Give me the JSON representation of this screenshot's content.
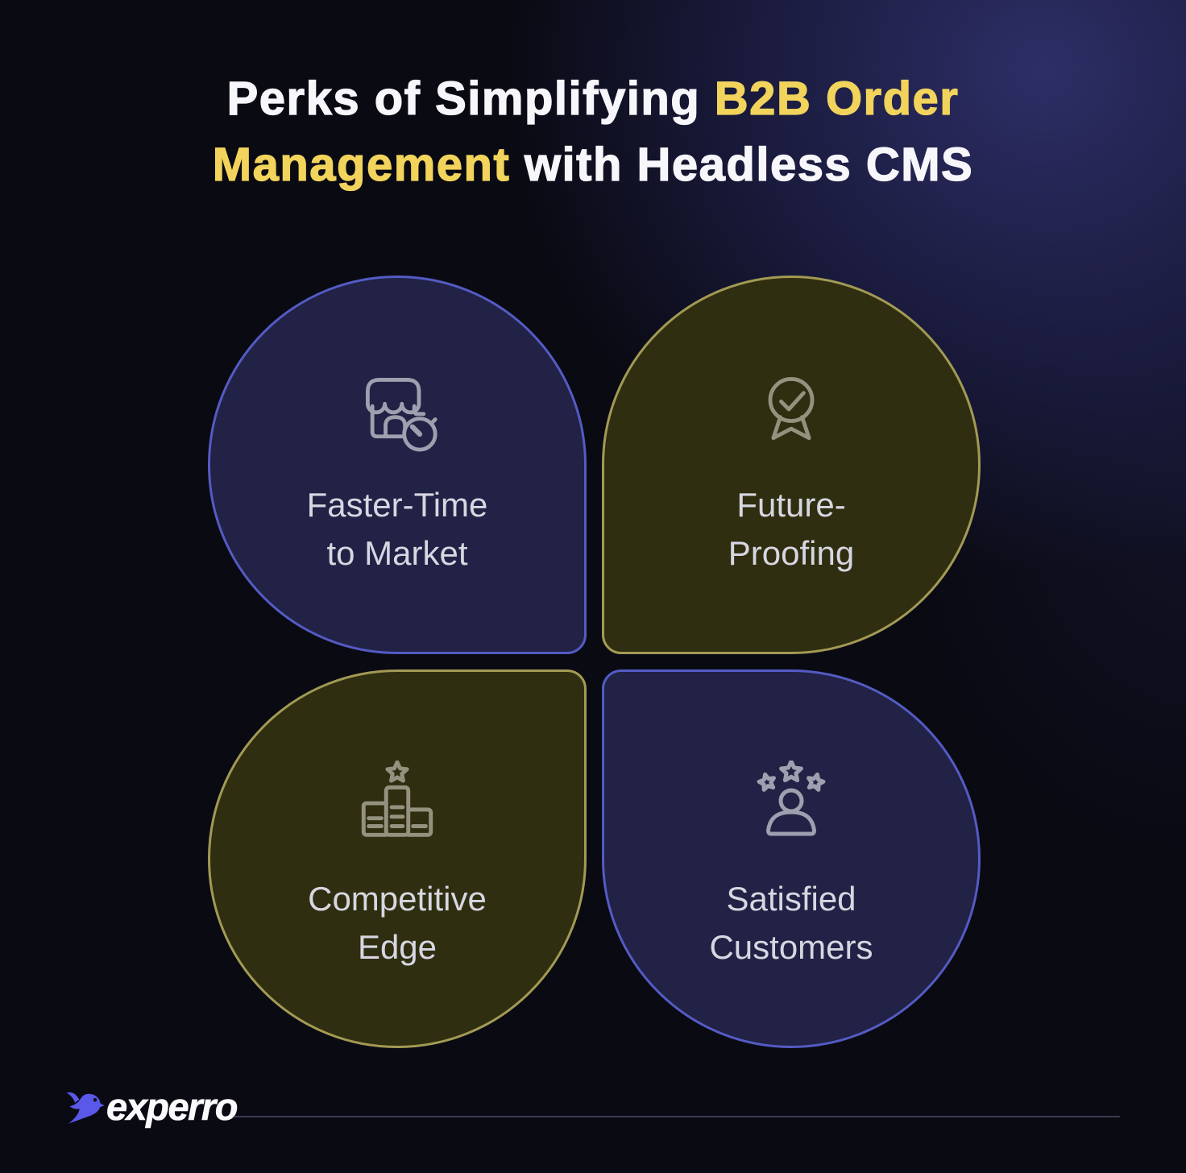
{
  "title": {
    "white1": "Perks of Simplifying ",
    "yellow1": "B2B Order",
    "yellow2": "Management",
    "white2": " with Headless CMS"
  },
  "cards": [
    {
      "id": "faster-time-to-market",
      "line1": "Faster-Time",
      "line2": "to Market",
      "icon": "storefront-timer-icon",
      "theme": "blue"
    },
    {
      "id": "future-proofing",
      "line1": "Future-",
      "line2": "Proofing",
      "icon": "award-badge-icon",
      "theme": "olive"
    },
    {
      "id": "competitive-edge",
      "line1": "Competitive",
      "line2": "Edge",
      "icon": "podium-star-icon",
      "theme": "olive"
    },
    {
      "id": "satisfied-customers",
      "line1": "Satisfied",
      "line2": "Customers",
      "icon": "customer-stars-icon",
      "theme": "blue"
    }
  ],
  "footer": {
    "brand": "experro"
  },
  "colors": {
    "background_base": "#0A0A13",
    "glow": "#2D2E66",
    "title_white": "#F7F7FB",
    "title_yellow": "#F2D45C",
    "card_blue_fill": "#212245",
    "card_blue_border": "#545BC4",
    "card_olive_fill": "#302E10",
    "card_olive_border": "#A29A54",
    "label_text": "#D6D7E1",
    "icon_blue_card": "#9EA0AF",
    "icon_olive_card": "#94927F",
    "brand_purple": "#5A58E8",
    "divider": "#3C3C55"
  }
}
